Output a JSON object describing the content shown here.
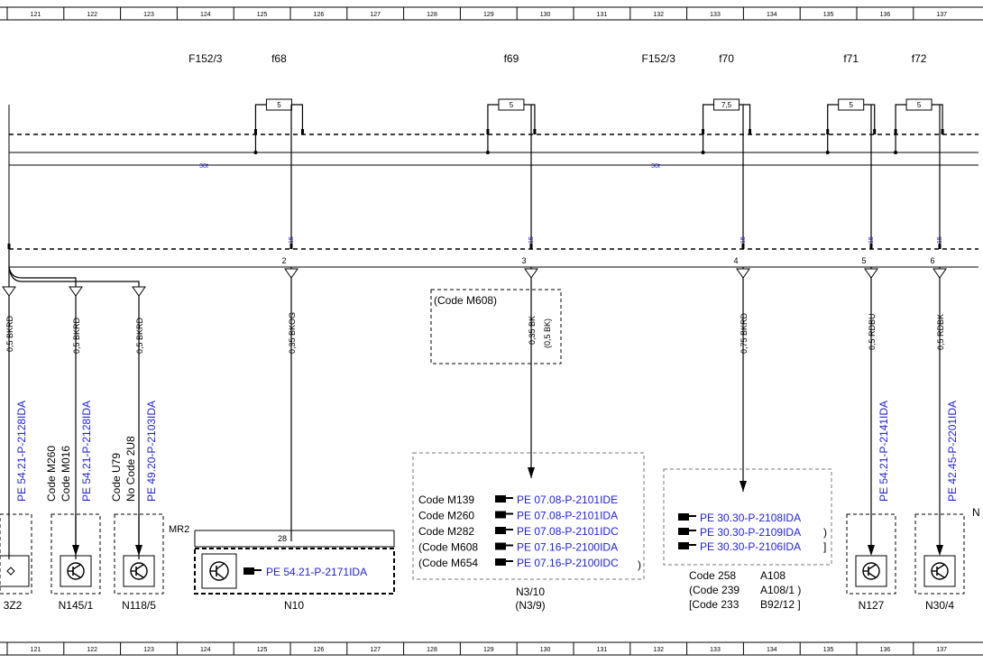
{
  "ruler": [
    "121",
    "122",
    "123",
    "124",
    "125",
    "126",
    "127",
    "128",
    "129",
    "130",
    "131",
    "132",
    "133",
    "134",
    "135",
    "136",
    "137"
  ],
  "fuse_labels": [
    {
      "text": "F152/3",
      "col": 124
    },
    {
      "text": "f68",
      "col": 125.3
    },
    {
      "text": "f69",
      "col": 129.4
    },
    {
      "text": "F152/3",
      "col": 132
    },
    {
      "text": "f70",
      "col": 133.2
    },
    {
      "text": "f71",
      "col": 135.4
    },
    {
      "text": "f72",
      "col": 136.6
    }
  ],
  "fuses": [
    {
      "rating": "5",
      "col": 125.3
    },
    {
      "rating": "5",
      "col": 129.4
    },
    {
      "rating": "7,5",
      "col": 133.2
    },
    {
      "rating": "5",
      "col": 135.4
    },
    {
      "rating": "5",
      "col": 136.6
    }
  ],
  "bus_labels": [
    "30t",
    "30t"
  ],
  "terminal_label": "15",
  "pins": [
    "2",
    "3",
    "4",
    "5",
    "6"
  ],
  "wires": [
    {
      "label": "0,5 BKRD"
    },
    {
      "label": "0,5 BKRD"
    },
    {
      "label": "0,5 BKRD"
    },
    {
      "label": "0,35 BKOG"
    },
    {
      "label": "0,35 BK",
      "alt": "(0,5 BK)"
    },
    {
      "label": "0,75 BKRD"
    },
    {
      "label": "0,5 RDBU"
    },
    {
      "label": "0,5 RDBK"
    }
  ],
  "code_box_m608": "(Code M608)",
  "vertical_refs": [
    {
      "text": "PE 54.21-P-2128IDA"
    },
    {
      "text": "PE 54.21-P-2128IDA"
    },
    {
      "text": "PE 49.20-P-2103IDA"
    },
    {
      "text": "PE 54.21-P-2141IDA"
    },
    {
      "text": "PE 42.45-P-2201IDA"
    }
  ],
  "vertical_codes": [
    {
      "text": "Code M260"
    },
    {
      "text": "Code M016"
    },
    {
      "text": "Code U79"
    },
    {
      "text": "No Code 2U8"
    }
  ],
  "n10": {
    "label": "N10",
    "ref": "PE 54.21-P-2171IDA",
    "mr": "MR2",
    "pin": "28"
  },
  "n3box": {
    "rows": [
      {
        "code": "Code M139",
        "ref": "PE 07.08-P-2101IDE"
      },
      {
        "code": "Code M260",
        "ref": "PE 07.08-P-2101IDA"
      },
      {
        "code": "Code M282",
        "ref": "PE 07.08-P-2101IDC"
      },
      {
        "code": "(Code M608",
        "ref": "PE 07.16-P-2100IDA"
      },
      {
        "code": "(Code M654",
        "ref": "PE 07.16-P-2100IDC"
      }
    ],
    "close": ")",
    "label1": "N3/10",
    "label2": "(N3/9)"
  },
  "a108box": {
    "rows": [
      {
        "ref": "PE 30.30-P-2108IDA",
        "close": ""
      },
      {
        "ref": "PE 30.30-P-2109IDA",
        "close": ")"
      },
      {
        "ref": "PE 30.30-P-2106IDA",
        "close": "]"
      }
    ],
    "codes": [
      {
        "code": "Code 258",
        "comp": "A108"
      },
      {
        "code": "(Code 239",
        "comp": "A108/1 )"
      },
      {
        "code": "[Code 233",
        "comp": "B92/12 ]"
      }
    ]
  },
  "components": [
    {
      "label": "3Z2"
    },
    {
      "label": "N145/1"
    },
    {
      "label": "N118/5"
    },
    {
      "label": "N127"
    },
    {
      "label": "N30/4"
    }
  ],
  "edge_letter": "N"
}
